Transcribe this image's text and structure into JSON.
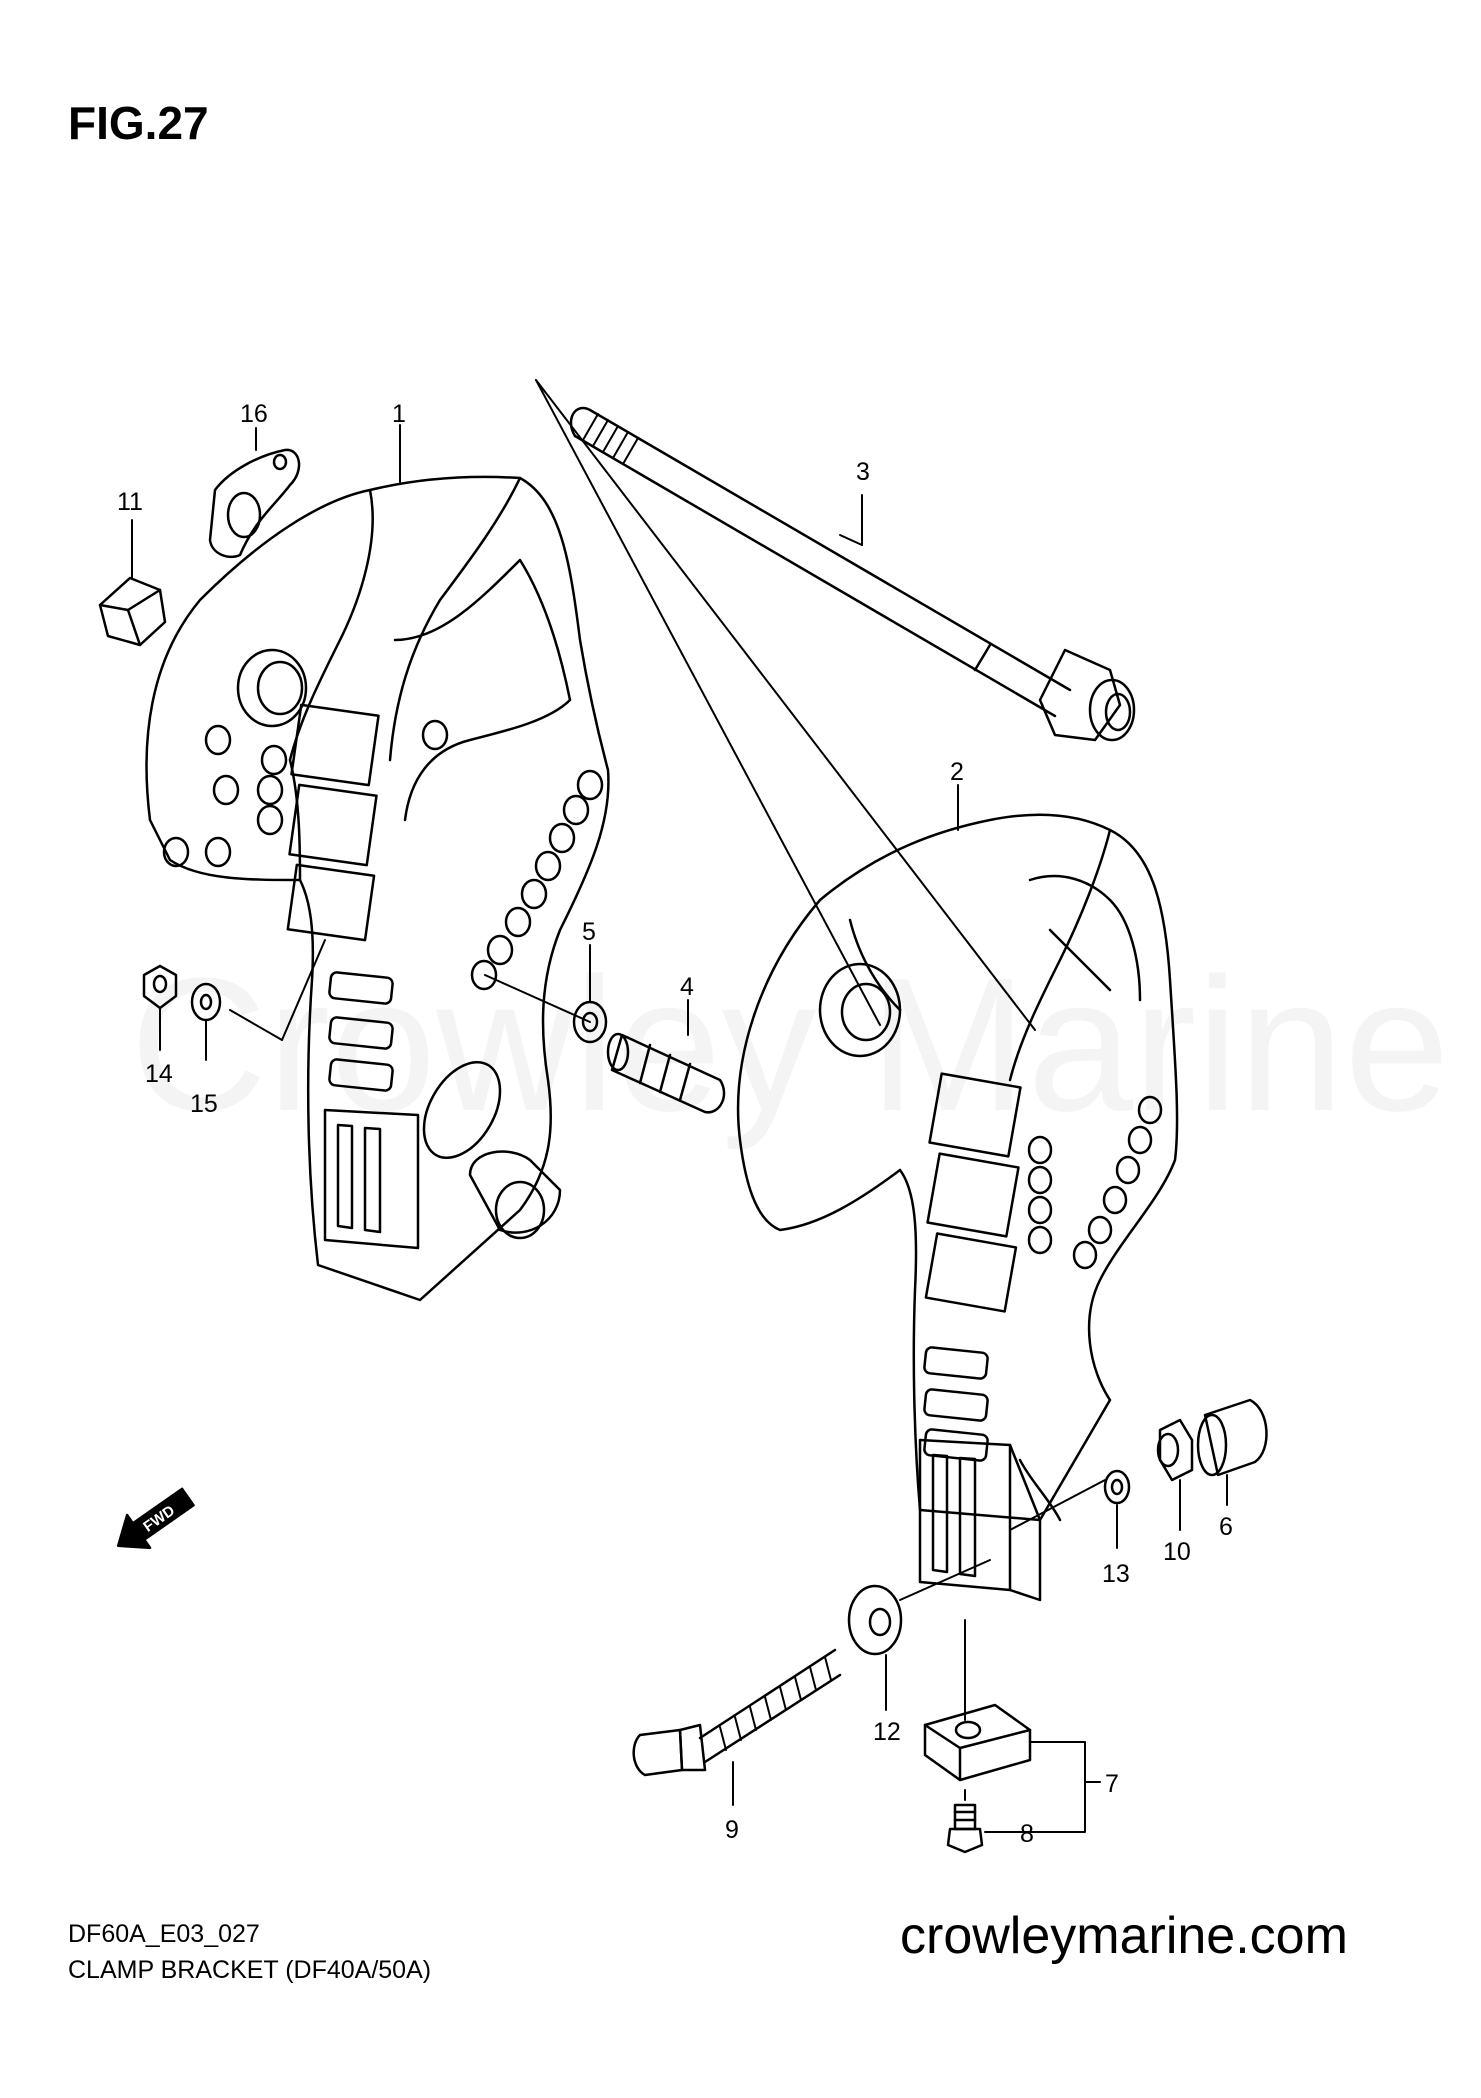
{
  "figure": {
    "title": "FIG.27",
    "watermark": "Crowley Marine",
    "direction_badge": "FWD"
  },
  "callouts": [
    "1",
    "2",
    "3",
    "4",
    "5",
    "6",
    "7",
    "8",
    "9",
    "10",
    "11",
    "12",
    "13",
    "14",
    "15",
    "16"
  ],
  "footer": {
    "doc_code": "DF60A_E03_027",
    "doc_title": "CLAMP BRACKET (DF40A/50A)",
    "site": "crowleymarine.com"
  }
}
